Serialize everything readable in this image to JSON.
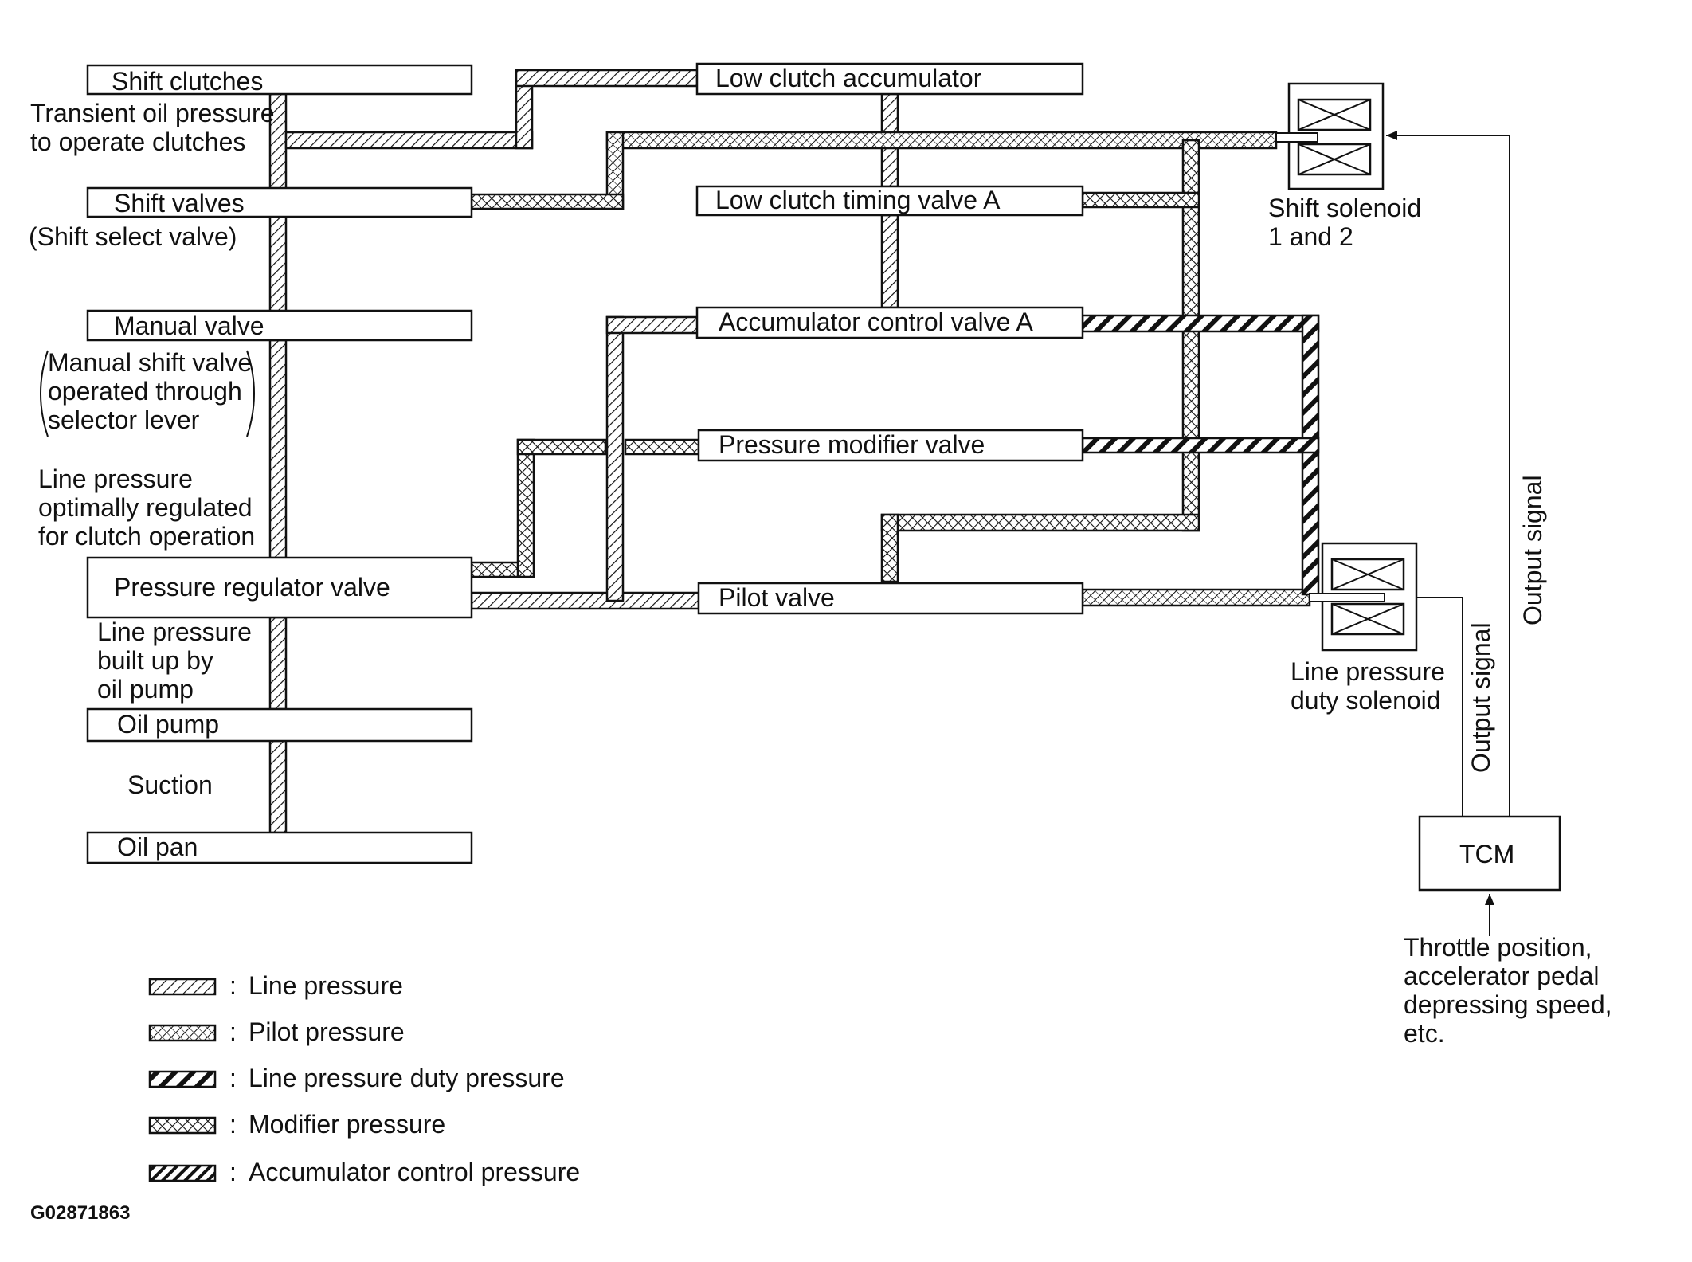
{
  "valves": {
    "shift_clutches": "Shift clutches",
    "shift_valves": "Shift valves",
    "manual_valve": "Manual valve",
    "pressure_regulator_valve": "Pressure regulator valve",
    "oil_pump": "Oil pump",
    "oil_pan": "Oil pan",
    "low_clutch_accumulator": "Low clutch accumulator",
    "low_clutch_timing_valve": "Low clutch timing valve A",
    "accumulator_control_valve": "Accumulator control valve A",
    "pressure_modifier_valve": "Pressure modifier valve",
    "pilot_valve": "Pilot valve",
    "tcm": "TCM"
  },
  "notes": {
    "transient_1": "Transient oil pressure",
    "transient_2": "to operate clutches",
    "shift_select": "(Shift select valve)",
    "manual_1": "Manual shift valve",
    "manual_2": "operated through",
    "manual_3": "selector lever",
    "line_opt_1": "Line pressure",
    "line_opt_2": "optimally regulated",
    "line_opt_3": "for clutch operation",
    "line_built_1": "Line pressure",
    "line_built_2": "built up by",
    "line_built_3": "oil pump",
    "suction": "Suction"
  },
  "solenoids": {
    "shift_1": "Shift solenoid",
    "shift_2": "1 and 2",
    "duty_1": "Line pressure",
    "duty_2": "duty solenoid"
  },
  "signals": {
    "output_signal_a": "Output signal",
    "output_signal_b": "Output signal",
    "throttle_1": "Throttle position,",
    "throttle_2": "accelerator pedal",
    "throttle_3": "depressing speed,",
    "throttle_4": "etc."
  },
  "legend": [
    {
      "pattern": "line",
      "label": "Line pressure"
    },
    {
      "pattern": "pilot",
      "label": "Pilot pressure"
    },
    {
      "pattern": "duty",
      "label": "Line pressure duty pressure"
    },
    {
      "pattern": "modifier",
      "label": "Modifier pressure"
    },
    {
      "pattern": "accum",
      "label": "Accumulator control pressure"
    }
  ],
  "figure_id": "G02871863"
}
